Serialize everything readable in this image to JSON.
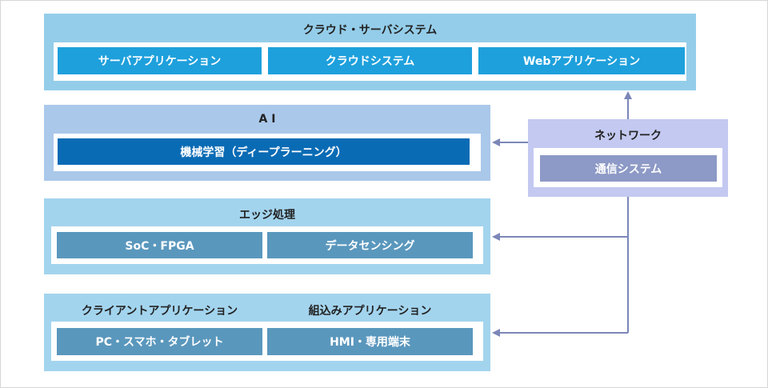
{
  "colors": {
    "cloud_bg": "#94cde9",
    "cloud_box": "#1ea0dc",
    "ai_bg": "#aac8ea",
    "ai_box": "#0a6bb5",
    "edge_bg": "#a3d4ee",
    "edge_box": "#5a97bd",
    "client_bg": "#a3d4ee",
    "client_box": "#5a97bd",
    "network_bg": "#c3c9f0",
    "network_box": "#8d99c6",
    "arrow": "#7b87b8"
  },
  "cloud": {
    "title": "クラウド・サーバシステム",
    "items": [
      "サーバアプリケーション",
      "クラウドシステム",
      "Webアプリケーション"
    ]
  },
  "ai": {
    "title": "A I",
    "items": [
      "機械学習（ディープラーニング）"
    ]
  },
  "edge": {
    "title": "エッジ処理",
    "items": [
      "SoC・FPGA",
      "データセンシング"
    ]
  },
  "client": {
    "title_left": "クライアントアプリケーション",
    "title_right": "組込みアプリケーション",
    "items": [
      "PC・スマホ・タブレット",
      "HMI・専用端末"
    ]
  },
  "network": {
    "title": "ネットワーク",
    "items": [
      "通信システム"
    ]
  }
}
